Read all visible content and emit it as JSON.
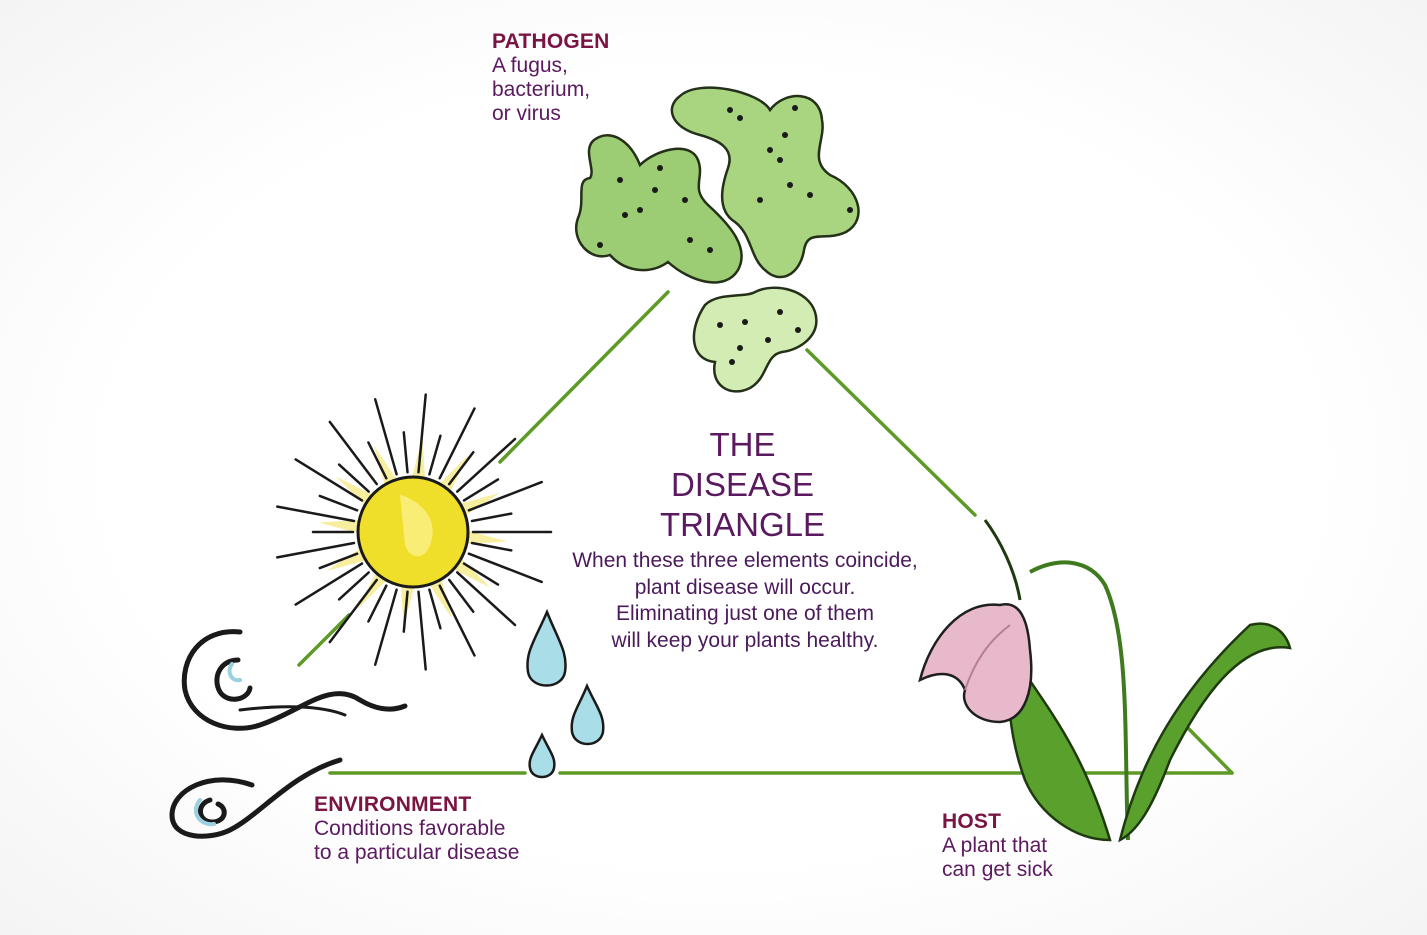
{
  "pathogen": {
    "heading": "PATHOGEN",
    "lines": [
      "A fugus,",
      "bacterium,",
      "or virus"
    ]
  },
  "title": {
    "lines": [
      "THE",
      "DISEASE",
      "TRIANGLE"
    ]
  },
  "note": {
    "lines": [
      "When these three elements coincide,",
      "plant disease will occur.",
      "Eliminating just one of them",
      "will keep your plants healthy."
    ]
  },
  "environment": {
    "heading": "ENVIRONMENT",
    "lines": [
      "Conditions favorable",
      "to a particular disease"
    ]
  },
  "host": {
    "heading": "HOST",
    "lines": [
      "A plant that",
      "can get sick"
    ]
  },
  "colors": {
    "triangle": "#5e9a26",
    "heading": "#7a1443",
    "text": "#5b1a5f",
    "pathogen_fill": "#9ccc74",
    "sun": "#f0df2a",
    "water": "#a9dde8",
    "petal": "#e7b9cb",
    "leaf": "#5aa02c"
  },
  "icons": [
    "pathogen-cells-icon",
    "sun-icon",
    "wind-swirl-icon",
    "water-drops-icon",
    "tulip-flower-icon"
  ]
}
